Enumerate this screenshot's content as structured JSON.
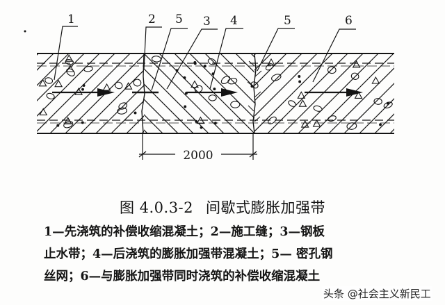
{
  "figure": {
    "number": "图 4.0.3-2",
    "title": "间歇式膨胀加强带",
    "dimension_label": "2000",
    "callouts": [
      "1",
      "2",
      "5",
      "3",
      "4",
      "5",
      "6"
    ]
  },
  "legend": {
    "lines": [
      "1—先浇筑的补偿收缩混凝土；2—施工缝；3—钢板",
      "止水带；4—后浇筑的膨胀加强带混凝土；5— 密孔钢",
      "丝网；6—与膨胀加强带同时浇筑的补偿收缩混凝土"
    ],
    "items": [
      {
        "id": "1",
        "text": "先浇筑的补偿收缩混凝土"
      },
      {
        "id": "2",
        "text": "施工缝"
      },
      {
        "id": "3",
        "text": "钢板止水带"
      },
      {
        "id": "4",
        "text": "后浇筑的膨胀加强带混凝土"
      },
      {
        "id": "5",
        "text": "密孔钢丝网"
      },
      {
        "id": "6",
        "text": "与膨胀加强带同时浇筑的补偿收缩混凝土"
      }
    ]
  },
  "watermark": "头条 @社会主义新民工",
  "colors": {
    "ink": "#141414",
    "paper": "#fdfdfc"
  }
}
